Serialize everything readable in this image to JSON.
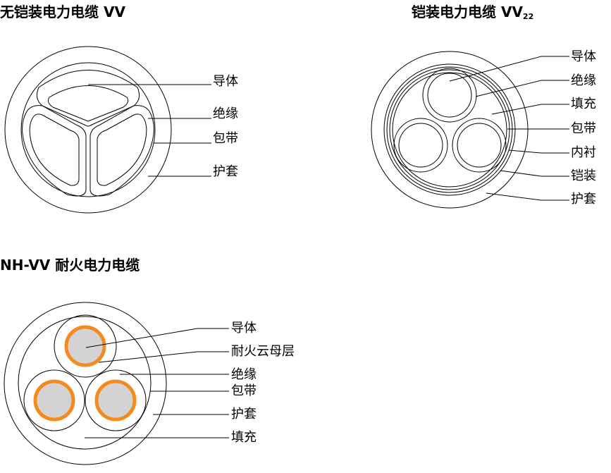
{
  "diagrams": [
    {
      "title": "无铠装电力电缆 VV",
      "labels": [
        "导体",
        "绝缘",
        "包带",
        "护套"
      ]
    },
    {
      "title": "铠装电力电缆 VV",
      "title_subscript": "22",
      "labels": [
        "导体",
        "绝缘",
        "填充",
        "包带",
        "内衬",
        "铠装",
        "护套"
      ]
    },
    {
      "title": "NH-VV 耐火电力电缆",
      "labels": [
        "导体",
        "耐火云母层",
        "绝缘",
        "包带",
        "护套",
        "填充"
      ]
    }
  ],
  "colors": {
    "mica_layer": "#f58a1f",
    "conductor_fill": "#d3d3d3",
    "line": "#000000"
  }
}
